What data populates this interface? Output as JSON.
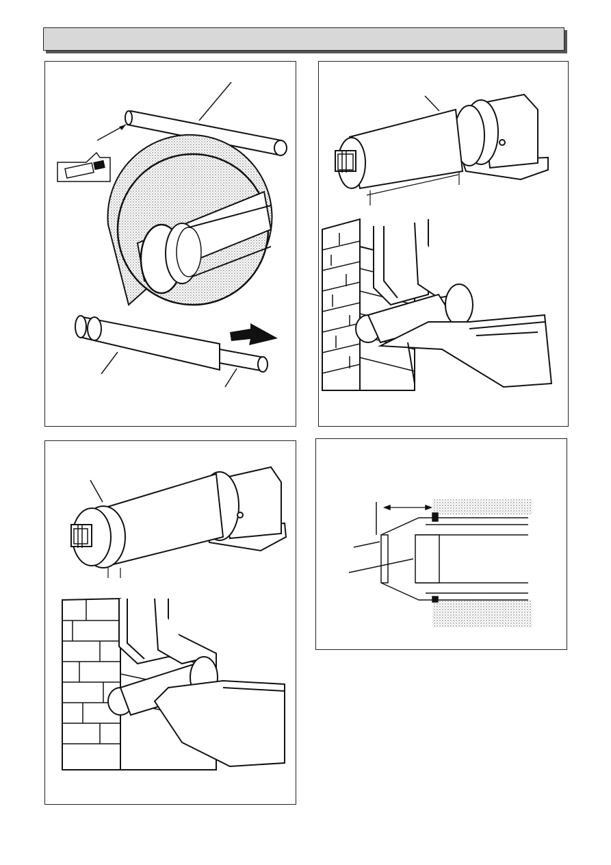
{
  "header": {
    "title": ""
  },
  "panels": [
    {
      "id": "panel-1",
      "caption": ""
    },
    {
      "id": "panel-2",
      "caption": ""
    },
    {
      "id": "panel-3",
      "caption": ""
    },
    {
      "id": "panel-4",
      "caption": ""
    }
  ],
  "colors": {
    "line": "#111111",
    "stipple": "#bdbdbd",
    "header_bg": "#d8d8d8"
  }
}
